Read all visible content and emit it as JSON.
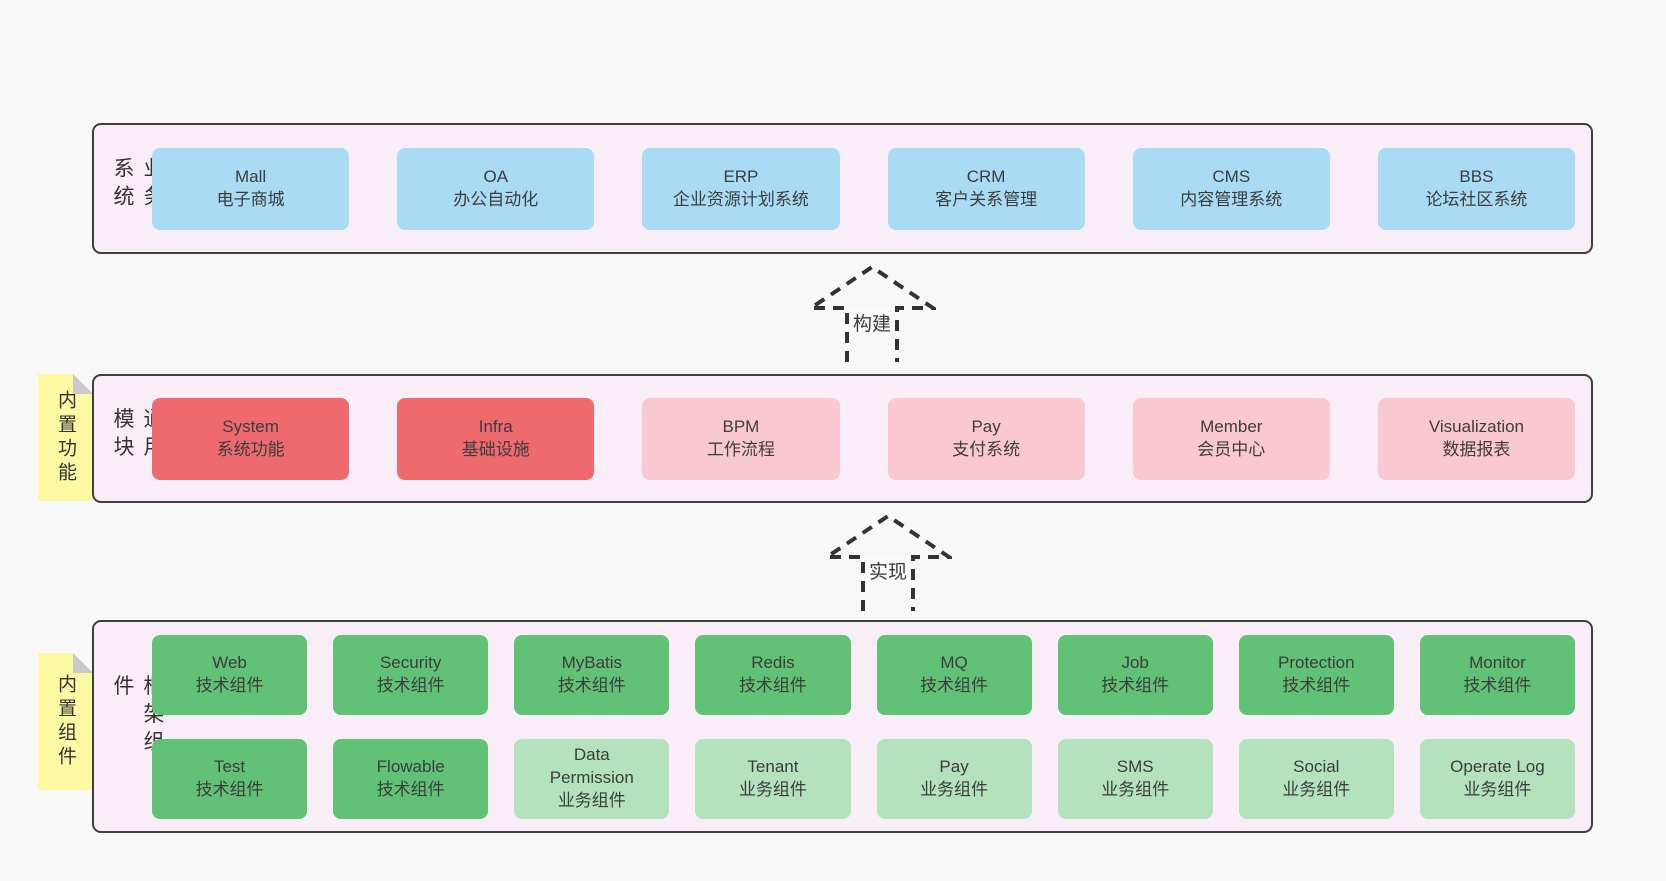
{
  "colors": {
    "blue": "#a9dbf5",
    "red": "#ef6a6e",
    "pink": "#fac8d1",
    "green": "#61c277",
    "green_light": "#b4e2bd",
    "section_bg": "#f9eef8",
    "section_border": "#3f3f3f",
    "tab_bg": "#fcf9a3",
    "fold_gray": "#c9c9c9",
    "page_bg": "#f8f8f8",
    "arrow": "#333333"
  },
  "arrows": [
    {
      "label": "构建"
    },
    {
      "label": "实现"
    }
  ],
  "sections": [
    {
      "label": "业务系统",
      "tab": null,
      "rows": [
        [
          {
            "en": "Mall",
            "zh": "电子商城",
            "color": "blue"
          },
          {
            "en": "OA",
            "zh": "办公自动化",
            "color": "blue"
          },
          {
            "en": "ERP",
            "zh": "企业资源计划系统",
            "color": "blue"
          },
          {
            "en": "CRM",
            "zh": "客户关系管理",
            "color": "blue"
          },
          {
            "en": "CMS",
            "zh": "内容管理系统",
            "color": "blue"
          },
          {
            "en": "BBS",
            "zh": "论坛社区系统",
            "color": "blue"
          }
        ]
      ]
    },
    {
      "label": "通用模块",
      "tab": "内置功能",
      "rows": [
        [
          {
            "en": "System",
            "zh": "系统功能",
            "color": "red"
          },
          {
            "en": "Infra",
            "zh": "基础设施",
            "color": "red"
          },
          {
            "en": "BPM",
            "zh": "工作流程",
            "color": "pink"
          },
          {
            "en": "Pay",
            "zh": "支付系统",
            "color": "pink"
          },
          {
            "en": "Member",
            "zh": "会员中心",
            "color": "pink"
          },
          {
            "en": "Visualization",
            "zh": "数据报表",
            "color": "pink"
          }
        ]
      ]
    },
    {
      "label": "框架组件",
      "tab": "内置组件",
      "rows": [
        [
          {
            "en": "Web",
            "zh": "技术组件",
            "color": "green"
          },
          {
            "en": "Security",
            "zh": "技术组件",
            "color": "green"
          },
          {
            "en": "MyBatis",
            "zh": "技术组件",
            "color": "green"
          },
          {
            "en": "Redis",
            "zh": "技术组件",
            "color": "green"
          },
          {
            "en": "MQ",
            "zh": "技术组件",
            "color": "green"
          },
          {
            "en": "Job",
            "zh": "技术组件",
            "color": "green"
          },
          {
            "en": "Protection",
            "zh": "技术组件",
            "color": "green"
          },
          {
            "en": "Monitor",
            "zh": "技术组件",
            "color": "green"
          }
        ],
        [
          {
            "en": "Test",
            "zh": "技术组件",
            "color": "green"
          },
          {
            "en": "Flowable",
            "zh": "技术组件",
            "color": "green"
          },
          {
            "en": "Data\nPermission",
            "zh": "业务组件",
            "color": "green_light"
          },
          {
            "en": "Tenant",
            "zh": "业务组件",
            "color": "green_light"
          },
          {
            "en": "Pay",
            "zh": "业务组件",
            "color": "green_light"
          },
          {
            "en": "SMS",
            "zh": "业务组件",
            "color": "green_light"
          },
          {
            "en": "Social",
            "zh": "业务组件",
            "color": "green_light"
          },
          {
            "en": "Operate Log",
            "zh": "业务组件",
            "color": "green_light"
          }
        ]
      ]
    }
  ]
}
